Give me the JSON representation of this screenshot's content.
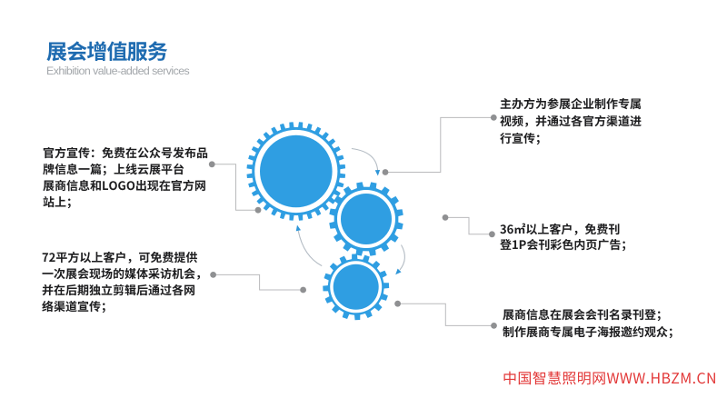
{
  "slide": {
    "title": "展会增值服务",
    "subtitle": "Exhibition value-added services"
  },
  "service_notes": {
    "left_top": {
      "lines": [
        "官方宣传：免费在公众号发布品",
        "牌信息一篇；上线云展平台",
        "展商信息和LOGO出现在官方网",
        "站上；"
      ]
    },
    "left_bottom": {
      "lines": [
        "72平方以上客户，可免费提供",
        "一次展会现场的媒体采访机会，",
        "并在后期独立剪辑后通过各网",
        "络渠道宣传；"
      ]
    },
    "right_top": {
      "lines": [
        "主办方为参展企业制作专属",
        "视频，并通过各官方渠道进",
        "行宣传；"
      ]
    },
    "right_middle": {
      "lines": [
        "36㎡以上客户，免费刊",
        "登1P会刊彩色内页广告；"
      ]
    },
    "right_bottom": {
      "lines": [
        "展商信息在展会会刊名录刊登；",
        "制作展商专属电子海报邀约观众；"
      ]
    }
  },
  "graphics": {
    "gears": [
      {
        "name": "gear-large",
        "color": "#2f9ee2"
      },
      {
        "name": "gear-medium",
        "color": "#2f9ee2"
      },
      {
        "name": "gear-small",
        "color": "#2f9ee2"
      }
    ],
    "rotation_arrows": 3,
    "connector_count": 5
  },
  "watermark": {
    "text": "中国智慧照明网WWW.HBZM.CN"
  },
  "colors": {
    "title_blue": "#1e6bb0",
    "subtitle_gray": "#a3a7ab",
    "body_text": "#1d1d1f",
    "gear_blue": "#2f9ee2",
    "connector_gray": "#b9babc",
    "connector_dot": "#8f9092",
    "arrow_blue": "#2e96d8",
    "arc_gray": "#b4bcc4",
    "watermark_red": "#e23838",
    "background": "#ffffff"
  }
}
